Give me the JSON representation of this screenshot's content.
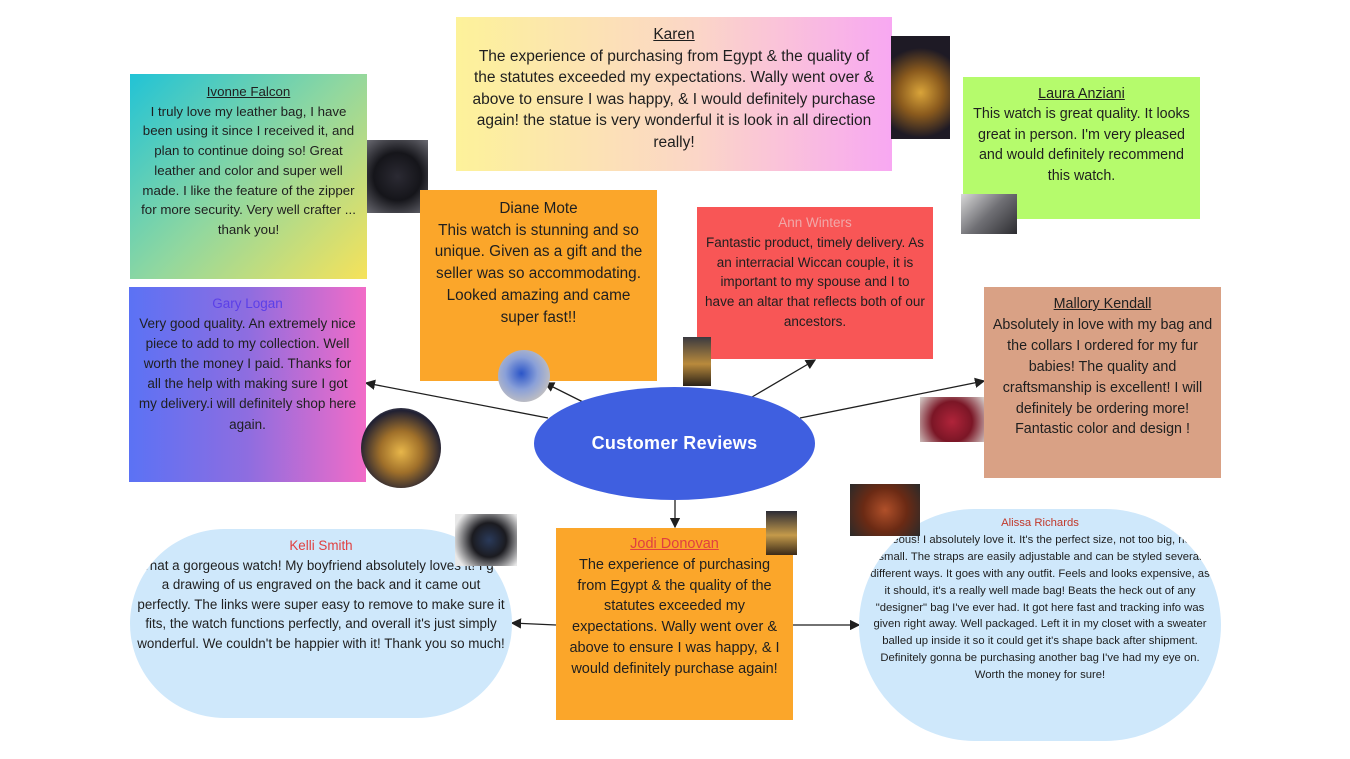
{
  "center": {
    "title": "Customer Reviews"
  },
  "reviews": [
    {
      "name": "Karen",
      "text": "The experience of purchasing from Egypt & the quality of the statutes exceeded my expectations. Wally went over & above to ensure I was happy, & I would definitely purchase again! the statue is very wonderful it is look in all direction really!"
    },
    {
      "name": "Ivonne Falcon",
      "text": "I truly love my leather bag, I have been using it since I received it, and plan to continue doing so! Great leather and color and super well made. I like the feature of the zipper for more security. Very well crafter ... thank you!"
    },
    {
      "name": "Laura Anziani",
      "text": "This watch is great quality. It looks great in person. I'm very pleased and would definitely recommend this watch."
    },
    {
      "name": "Diane Mote",
      "text": "This watch is stunning and so unique. Given as a gift and the seller was so accommodating. Looked amazing and came super fast!!"
    },
    {
      "name": "Ann Winters",
      "text": "Fantastic product, timely delivery. As an interracial Wiccan couple, it is important to my spouse and I to have an altar that reflects both of our ancestors."
    },
    {
      "name": "Gary Logan",
      "text": "Very good quality. An extremely nice piece to add to my collection. Well worth the money I paid. Thanks for all the help with making sure I got my delivery.i will definitely shop here again."
    },
    {
      "name": "Mallory Kendall",
      "text": "Absolutely in love with my bag and the collars I ordered for my fur babies! The quality and craftsmanship is excellent! I will definitely be ordering more! Fantastic color and design !"
    },
    {
      "name": "Kelli Smith",
      "text": "What a gorgeous watch! My boyfriend absolutely loves it! I got a drawing of us engraved on the back and it came out perfectly. The links were super easy to remove to make sure it fits, the watch functions perfectly, and overall it's just simply wonderful. We couldn't be happier with it! Thank you so much!"
    },
    {
      "name": "Jodi Donovan",
      "text": "The experience of purchasing from Egypt & the quality of the statutes exceeded my expectations. Wally went over & above to ensure I was happy, & I would definitely purchase again!"
    },
    {
      "name": "Alissa Richards",
      "text": "Gorgeous! I absolutely love it. It's the perfect size, not too big, not too small. The straps are easily adjustable and can be styled several different ways. It goes with any outfit. Feels and looks expensive, as it should, it's a really well made bag! Beats the heck out of any \"designer\" bag I've ever had. It got here fast and tracking info was given right away. Well packaged. Left it in my closet with a sweater balled up inside it so it could get it's shape back after shipment. Definitely gonna be purchasing another bag I've had my eye on. Worth the money for sure!"
    }
  ],
  "colors": {
    "center": "#3f5fe0",
    "ann_name": "#f0a8a8",
    "gary_name": "#5b3fe8",
    "kelli_name": "#e04040",
    "jodi_name": "#e04040",
    "alissa_name": "#c0392b"
  },
  "photos": [
    "pharaoh-statue-photo",
    "leather-bag-photo",
    "watch-photo",
    "watch-photo",
    "statue-photo",
    "pharaoh-bust-photo",
    "red-bag-photo",
    "watch-photo",
    "statue-photo",
    "leather-bag-photo"
  ]
}
